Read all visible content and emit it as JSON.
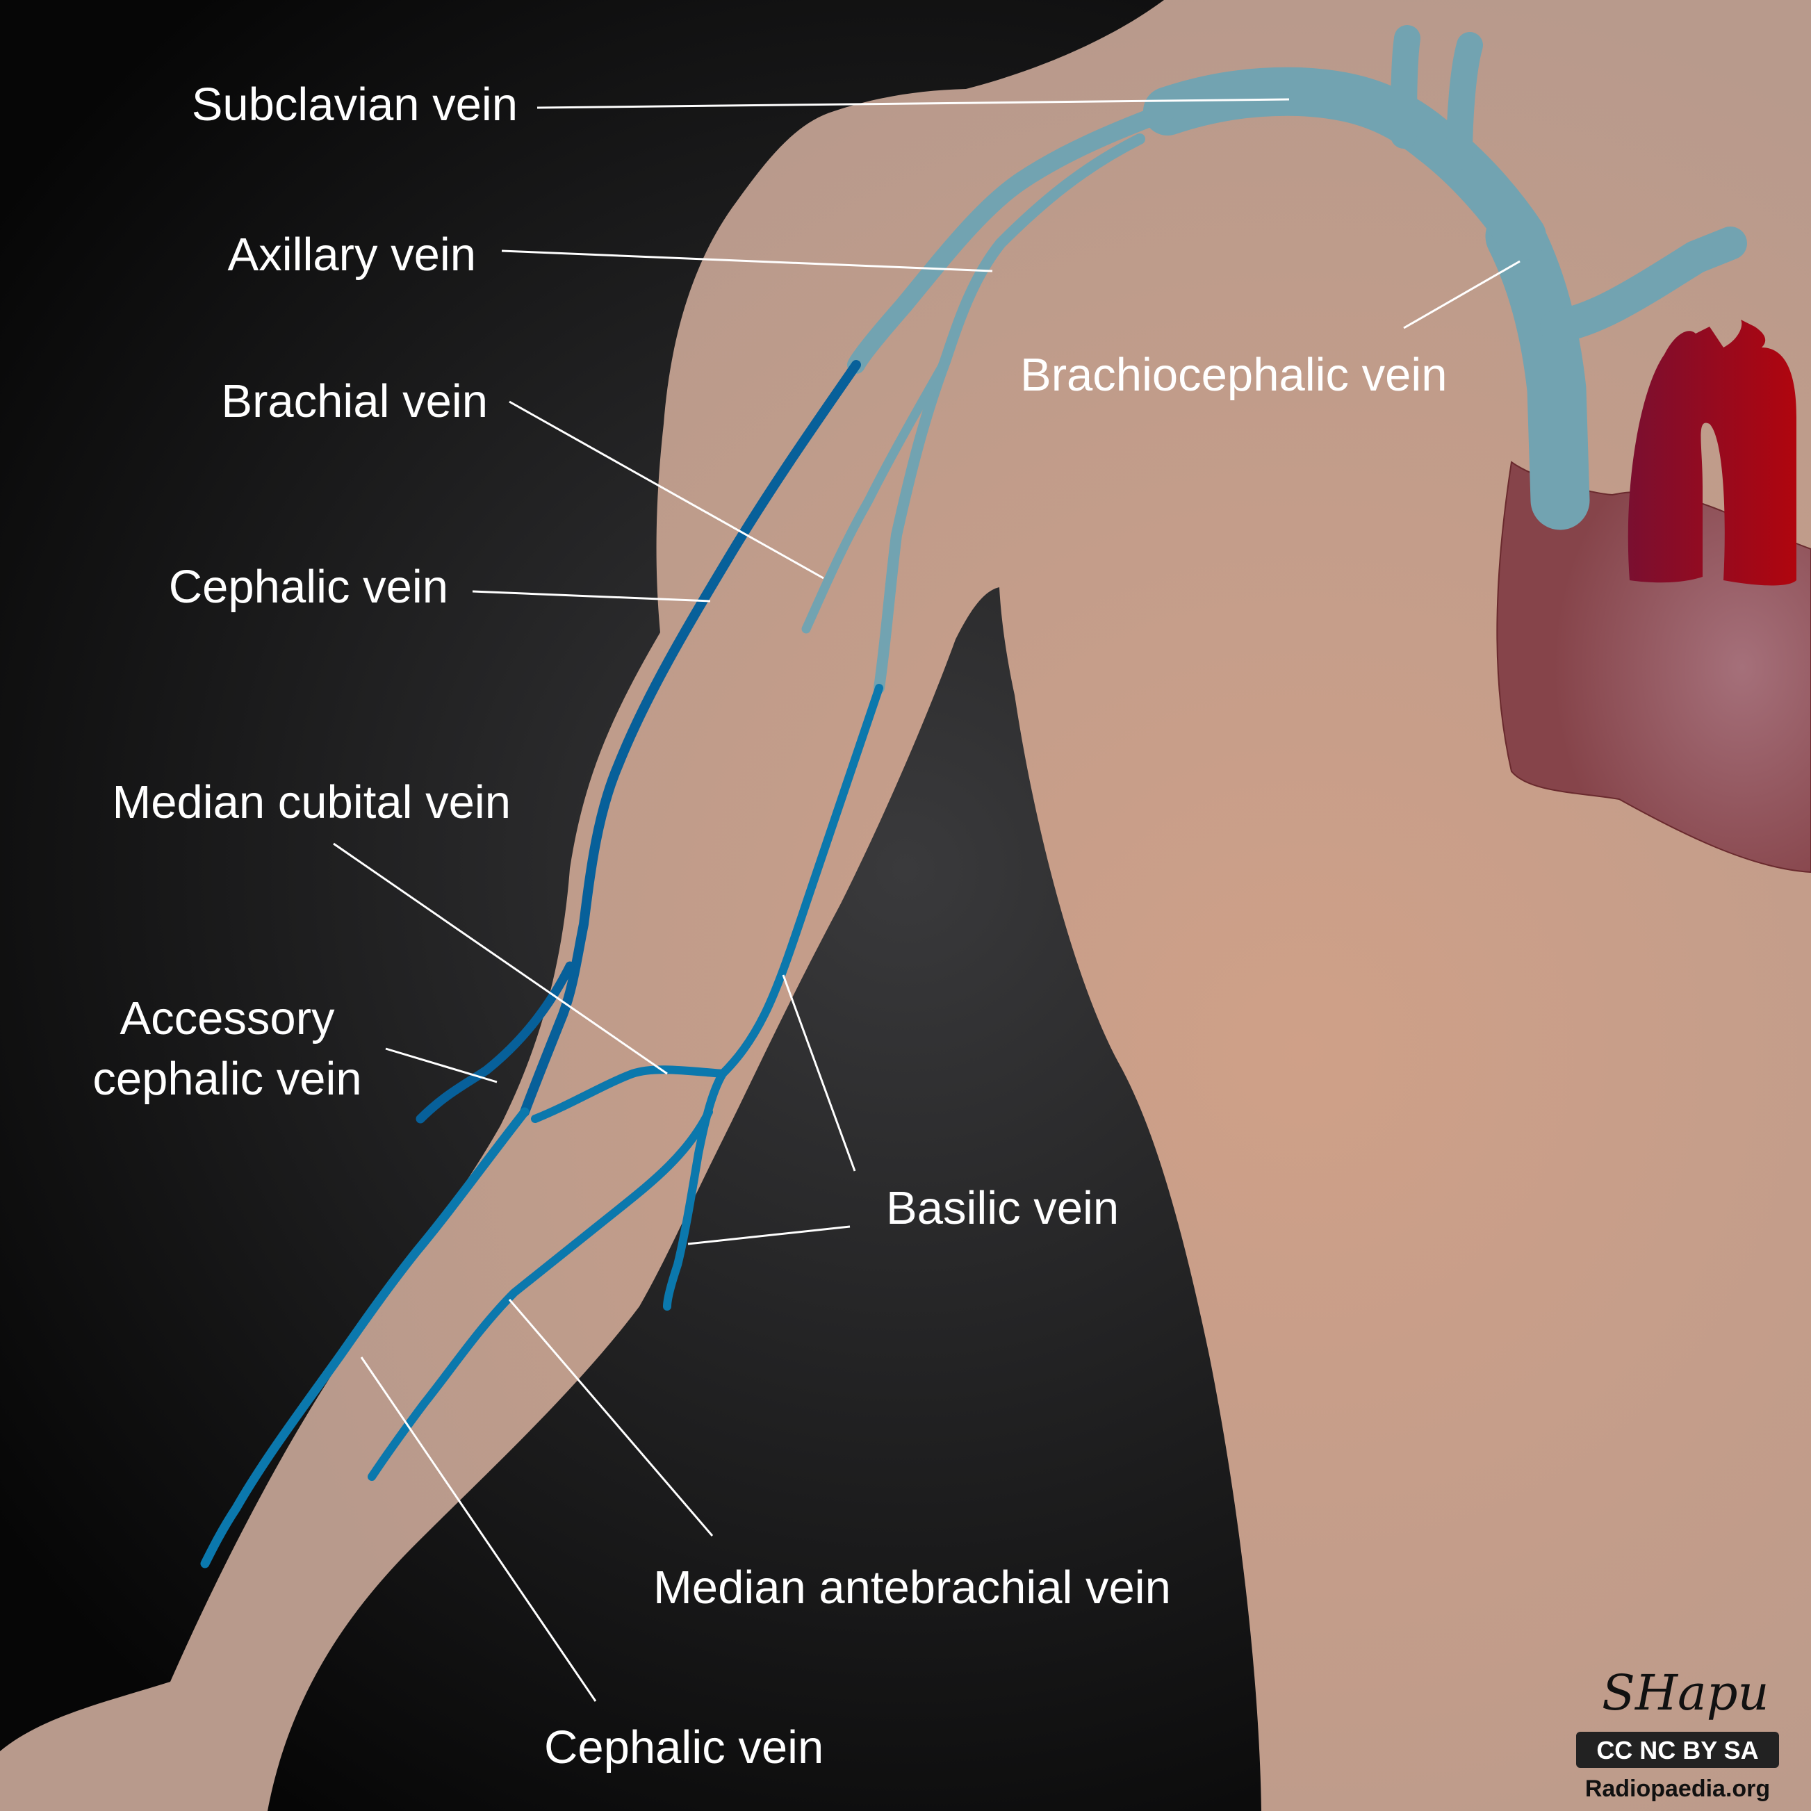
{
  "colors": {
    "background_dark": "#060606",
    "background_light": "#3a3a3c",
    "skin": "#c49a86",
    "skin_light": "#c9a08a",
    "vein_central": "#72a3b1",
    "vein_blue": "#0b78ad",
    "vein_dark": "#07609a",
    "heart": "#8a4a4c",
    "aorta": "#9a0a18"
  },
  "labels": {
    "subclavian": "Subclavian vein",
    "axillary": "Axillary vein",
    "brachial": "Brachial vein",
    "cephalic_upper": "Cephalic vein",
    "median_cubital": "Median cubital vein",
    "accessory_cephalic_line1": "Accessory",
    "accessory_cephalic_line2": "cephalic vein",
    "brachiocephalic": "Brachiocephalic vein",
    "basilic": "Basilic vein",
    "median_antebrachial": "Median antebrachial vein",
    "cephalic_lower": "Cephalic vein"
  },
  "credit": {
    "signature": "SHapu",
    "license": "CC NC BY SA",
    "site": "Radiopaedia.org"
  }
}
